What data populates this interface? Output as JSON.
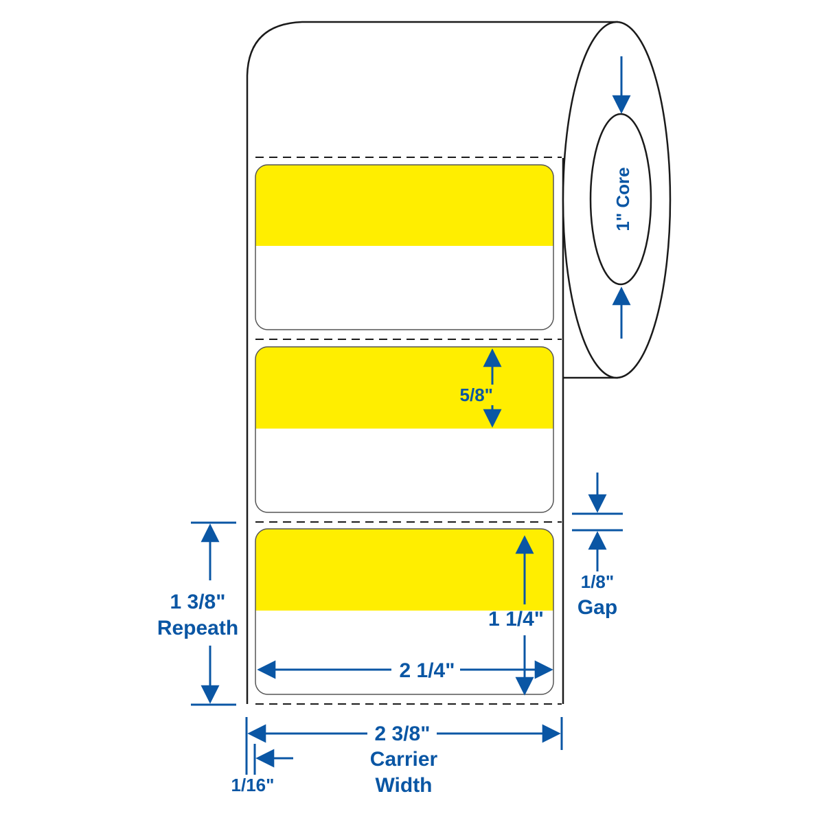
{
  "diagram": {
    "type": "label-roll-specification",
    "colors": {
      "dimension": "#0a56a4",
      "label_band": "#ffee00",
      "outline": "#1a1a1a",
      "background": "#ffffff"
    },
    "core": {
      "text": "1\" Core"
    },
    "band_height": {
      "text": "5/8\""
    },
    "repeat": {
      "value": "1 3/8\"",
      "label": "Repeath"
    },
    "label_height": {
      "value": "1 1/4\""
    },
    "label_width": {
      "value": "2 1/4\""
    },
    "gap": {
      "value": "1/8\"",
      "label": "Gap"
    },
    "carrier_width": {
      "value": "2 3/8\"",
      "label_line1": "Carrier",
      "label_line2": "Width"
    },
    "liner_margin": {
      "value": "1/16\""
    },
    "labels_shown": 3
  }
}
